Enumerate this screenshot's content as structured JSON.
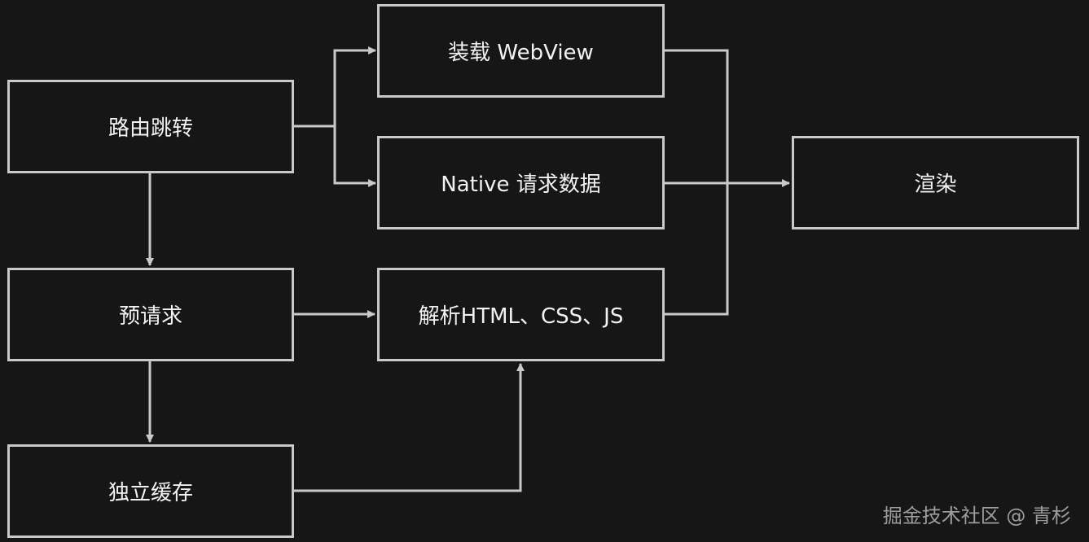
{
  "nodes": {
    "route": "路由跳转",
    "pre_request": "预请求",
    "cache": "独立缓存",
    "webview": "装载 WebView",
    "native_request": "Native 请求数据",
    "parse": "解析HTML、CSS、JS",
    "render": "渲染"
  },
  "watermark": "掘金技术社区 @ 青杉",
  "colors": {
    "background": "#161616",
    "line": "#c9c9c9",
    "text": "#f2f2f2"
  }
}
